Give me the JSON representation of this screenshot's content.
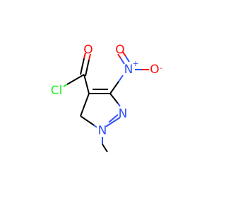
{
  "molecule": {
    "atom_labels": {
      "chlorine": "Cl",
      "carbonyl_oxygen": "O",
      "nitro_nitrogen": "N",
      "nitro_nitrogen_charge": "+",
      "nitro_oxygen": "O",
      "nitro_oxygen_charge": "-",
      "ring_nitrogen_2": "N",
      "ring_nitrogen_1": "N"
    },
    "colors": {
      "carbon_bond": "#000000",
      "oxygen": "#ff0d0d",
      "nitrogen": "#3050f8",
      "chlorine": "#1ff01f"
    }
  }
}
